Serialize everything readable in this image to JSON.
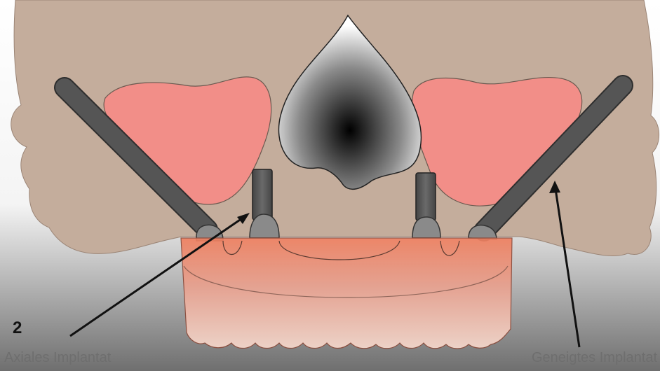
{
  "figure": {
    "number": "2",
    "label_left": "Axiales Implantat",
    "label_right": "Geneigtes Implantat"
  },
  "colors": {
    "bone": "#c4ad9c",
    "sinus": "#f28e88",
    "implant": "#555555",
    "abutment": "#8a8a8a",
    "prosthesis_top": "#ee7f5f",
    "prosthesis_bottom": "#f4d2c6",
    "label_text": "#6e6e6e",
    "arrow": "#111111"
  }
}
